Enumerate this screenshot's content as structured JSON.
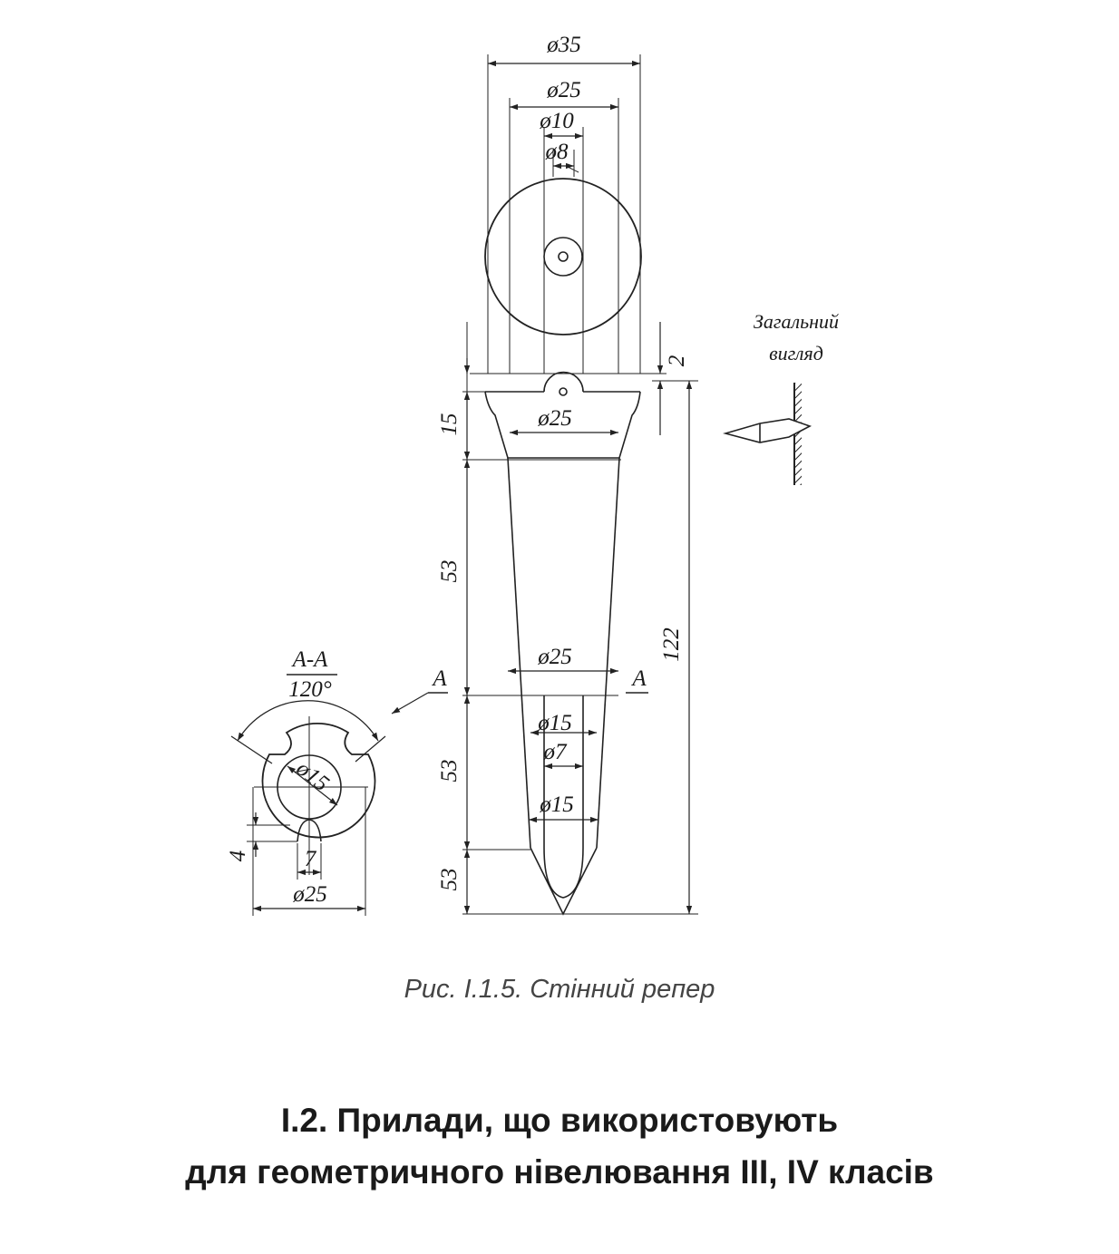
{
  "drawing": {
    "dims": {
      "d35": "ø35",
      "d25_top": "ø25",
      "d10": "ø10",
      "d8": "ø8",
      "v2": "2",
      "v15": "15",
      "d25_mid": "ø25",
      "v53_a": "53",
      "v122": "122",
      "d25_low": "ø25",
      "d15_a": "ø15",
      "d7": "ø7",
      "v53_b": "53",
      "d15_b": "ø15",
      "v53_c": "53"
    },
    "section": {
      "title": "A-A",
      "scale": "120°",
      "marker": "A",
      "d15": "ø15",
      "v4": "4",
      "v7": "7",
      "d25": "ø25"
    },
    "view_label_line1": "Загальний",
    "view_label_line2": "вигляд"
  },
  "caption": "Рис. І.1.5. Стінний репер",
  "heading_line1": "І.2. Прилади, що використовують",
  "heading_line2": "для геометричного нівелювання ІІІ, ІV класів"
}
